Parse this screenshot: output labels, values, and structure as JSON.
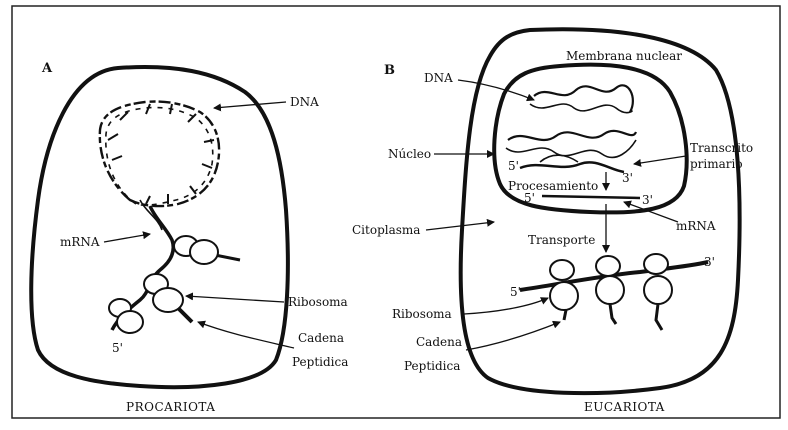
{
  "panel_a": {
    "letter": "A",
    "caption": "PROCARIOTA",
    "labels": {
      "dna": "DNA",
      "mrna": "mRNA",
      "ribosoma": "Ribosoma",
      "cadena_line1": "Cadena",
      "cadena_line2": "Peptidica",
      "five_prime": "5'"
    }
  },
  "panel_b": {
    "letter": "B",
    "caption": "EUCARIOTA",
    "labels": {
      "membrana": "Membrana nuclear",
      "dna": "DNA",
      "nucleo": "Núcleo",
      "transcrito_line1": "Transcrito",
      "transcrito_line2": "primario",
      "five_prime_a": "5'",
      "three_prime_a": "3'",
      "procesamiento": "Procesamiento",
      "five_prime_b": "5'",
      "three_prime_b": "3'",
      "citoplasma": "Citoplasma",
      "mrna": "mRNA",
      "transporte": "Transporte",
      "three_prime_c": "3'",
      "five_prime_c": "5'",
      "ribosoma": "Ribosoma",
      "cadena_line1": "Cadena",
      "cadena_line2": "Peptidica"
    }
  }
}
